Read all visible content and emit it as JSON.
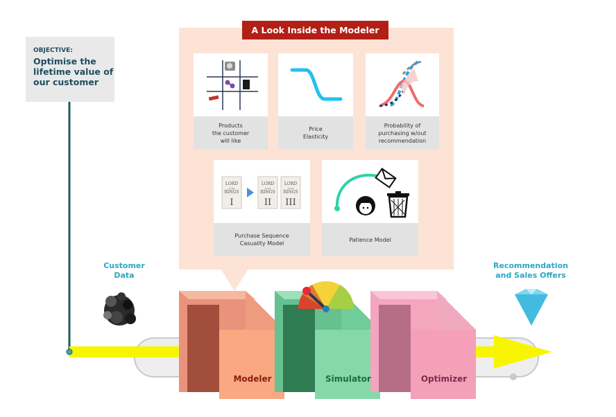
{
  "objective": {
    "label": "OBJECTIVE:",
    "text": "Optimise the lifetime value of our customer"
  },
  "panel": {
    "title": "A Look Inside the Modeler"
  },
  "cards": {
    "products": "Products\nthe customer\nwill like",
    "price": "Price\nElasticity",
    "probability": "Probability of\npurchasing w/out\nrecommendation",
    "sequence": "Purchase Sequence\nCasuality Model",
    "patience": "Patience Model"
  },
  "books": [
    {
      "top": "LORD",
      "mid": "of the",
      "bottom": "RINGS",
      "numeral": "I"
    },
    {
      "top": "LORD",
      "mid": "of the",
      "bottom": "RINGS",
      "numeral": "II"
    },
    {
      "top": "LORD",
      "mid": "of the",
      "bottom": "RINGS",
      "numeral": "III"
    }
  ],
  "labels": {
    "customer_data": "Customer\nData",
    "recommendation": "Recommendation\nand Sales Offers"
  },
  "machines": [
    {
      "label": "Modeler",
      "color": "#8e1b0f"
    },
    {
      "label": "Simulator",
      "color": "#1f6a44"
    },
    {
      "label": "Optimizer",
      "color": "#7a2d52"
    }
  ],
  "colors": {
    "accent_red": "#b21f16",
    "teal_text": "#1f4d5d",
    "cyan_text": "#2aa7c6",
    "arrow_yellow": "#f8f500"
  }
}
